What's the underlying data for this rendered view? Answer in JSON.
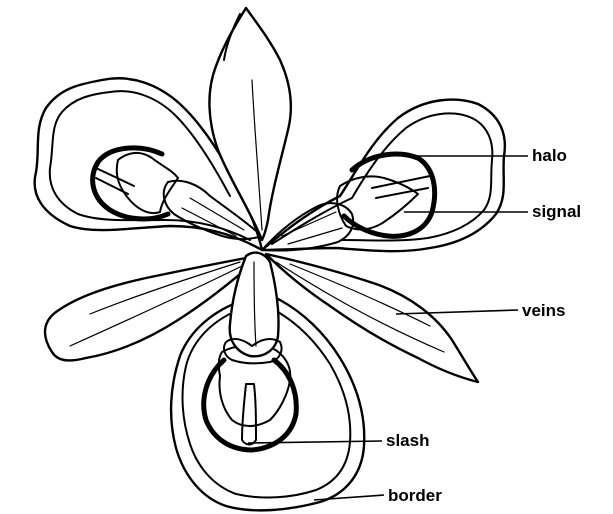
{
  "diagram": {
    "labels": {
      "halo": "halo",
      "signal": "signal",
      "veins": "veins",
      "slash": "slash",
      "border": "border"
    }
  }
}
